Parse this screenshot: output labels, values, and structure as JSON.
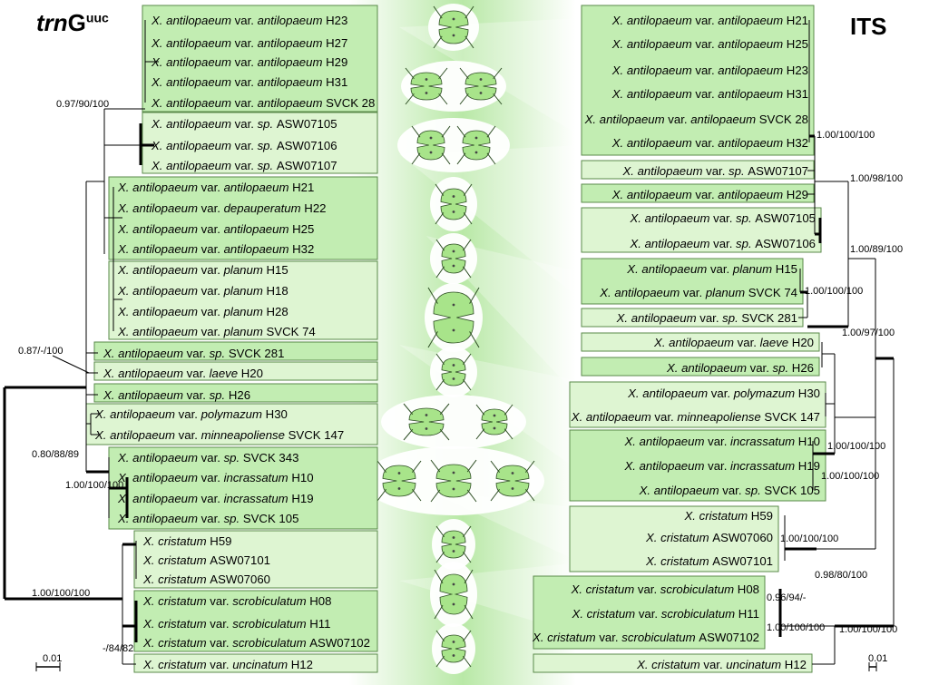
{
  "colors": {
    "box_fill": "#c2edb2",
    "box_fill_light": "#def5d2",
    "box_stroke": "#5a8a4a",
    "cell_fill": "#a8e48a",
    "band": "#7fd65e"
  },
  "left_panel": {
    "title_italic": "trn",
    "title_bold": "G",
    "title_sup": "uuc",
    "scale": "0.01",
    "groups": [
      [
        "X. antilopaeum var. antilopaeum H23",
        "X. antilopaeum var. antilopaeum H27",
        "X. antilopaeum var. antilopaeum H29",
        "X. antilopaeum var. antilopaeum H31",
        "X. antilopaeum var. antilopaeum SVCK 28"
      ],
      [
        "X. antilopaeum var. sp. ASW07105",
        "X. antilopaeum var. sp. ASW07106",
        "X. antilopaeum var. sp. ASW07107"
      ],
      [
        "X. antilopaeum var. antilopaeum H21",
        "X. antilopaeum var. depauperatum H22",
        "X. antilopaeum var. antilopaeum H25",
        "X. antilopaeum var. antilopaeum H32"
      ],
      [
        "X. antilopaeum var. planum H15",
        "X. antilopaeum var. planum H18",
        "X. antilopaeum var. planum H28",
        "X. antilopaeum var. planum SVCK 74"
      ],
      [
        "X. antilopaeum var. sp. SVCK 281"
      ],
      [
        "X. antilopaeum var. laeve H20"
      ],
      [
        "X. antilopaeum var. sp. H26"
      ],
      [
        "X. antilopaeum var. polymazum H30",
        "X. antilopaeum var. minneapoliense SVCK 147"
      ],
      [
        "X. antilopaeum var. sp. SVCK 343",
        "X. antilopaeum var. incrassatum H10",
        "X. antilopaeum var. incrassatum H19",
        "X. antilopaeum var. sp. SVCK 105"
      ],
      [
        "X. cristatum H59",
        "X. cristatum ASW07101",
        "X. cristatum ASW07060"
      ],
      [
        "X. cristatum var. scrobiculatum H08",
        "X. cristatum var. scrobiculatum H11",
        "X. cristatum var. scrobiculatum ASW07102"
      ],
      [
        "X. cristatum var. uncinatum H12"
      ]
    ],
    "support": [
      "0.97/90/100",
      "0.87/-/100",
      "0.80/88/89",
      "1.00/100/100",
      "1.00/100/100",
      "-/84/82"
    ]
  },
  "right_panel": {
    "title": "ITS",
    "scale": "0.01",
    "groups": [
      [
        "X. antilopaeum var. antilopaeum H21",
        "X. antilopaeum var. antilopaeum H25",
        "X. antilopaeum var. antilopaeum H23",
        "X. antilopaeum var. antilopaeum H31",
        "X. antilopaeum var. antilopaeum SVCK 28",
        "X. antilopaeum var. antilopaeum H32"
      ],
      [
        "X. antilopaeum var. sp. ASW07107"
      ],
      [
        "X. antilopaeum var. antilopaeum H29"
      ],
      [
        "X. antilopaeum var. sp. ASW07105",
        "X. antilopaeum var. sp. ASW07106"
      ],
      [
        "X. antilopaeum var. planum H15",
        "X. antilopaeum var. planum SVCK 74"
      ],
      [
        "X. antilopaeum var. sp. SVCK 281"
      ],
      [
        "X. antilopaeum var. laeve H20"
      ],
      [
        "X. antilopaeum var. sp. H26"
      ],
      [
        "X. antilopaeum var. polymazum H30",
        "X. antilopaeum var. minneapoliense SVCK 147"
      ],
      [
        "X. antilopaeum var. incrassatum H10",
        "X. antilopaeum var. incrassatum H19",
        "X. antilopaeum var. sp. SVCK 105"
      ],
      [
        "X. cristatum H59",
        "X. cristatum ASW07060",
        "X. cristatum ASW07101"
      ],
      [
        "X. cristatum var. scrobiculatum H08",
        "X. cristatum var. scrobiculatum H11",
        "X. cristatum var. scrobiculatum ASW07102"
      ],
      [
        "X. cristatum var. uncinatum H12"
      ]
    ],
    "support": [
      "1.00/100/100",
      "1.00/98/100",
      "1.00/89/100",
      "1.00/100/100",
      "1.00/97/100",
      "1.00/100/100",
      "1.00/100/100",
      "1.00/100/100",
      "0.98/80/100",
      "0.96/94/-",
      "1.00/100/100",
      "1.00/100/100"
    ]
  }
}
